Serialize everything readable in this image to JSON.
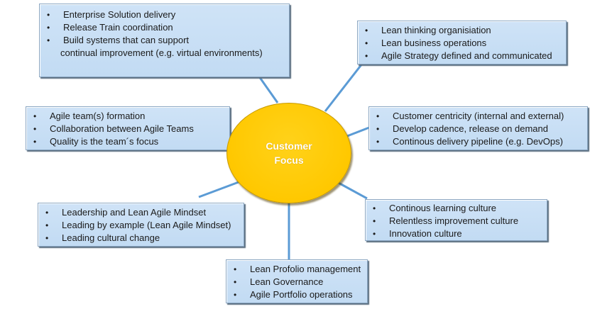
{
  "hub": {
    "line1": "Customer",
    "line2": "Focus",
    "fill_color": "#ffc800",
    "text_color": "#ffffff"
  },
  "connector_color": "#5b9bd5",
  "box_color": "#c5dcf4",
  "boxes": {
    "solution": {
      "items": [
        "Enterprise Solution delivery",
        "Release Train coordination",
        "Build systems that can support"
      ],
      "continuation": "continual improvement (e.g. virtual environments)"
    },
    "portfolio_strategy": {
      "items": [
        "Lean thinking organisiation",
        "Lean business operations",
        "Agile Strategy defined and communicated"
      ]
    },
    "team": {
      "items": [
        "Agile team(s) formation",
        "Collaboration between Agile Teams",
        "Quality is the team´s focus"
      ]
    },
    "delivery": {
      "items": [
        "Customer centricity (internal and external)",
        "Develop cadence, release on demand",
        "Continous delivery pipeline (e.g. DevOps)"
      ]
    },
    "leadership": {
      "items": [
        "Leadership and Lean Agile Mindset",
        "Leading by example (Lean Agile Mindset)",
        "Leading cultural change"
      ]
    },
    "culture": {
      "items": [
        "Continous learning culture",
        "Relentless improvement culture",
        "Innovation culture"
      ]
    },
    "portfolio": {
      "items": [
        "Lean Profolio management",
        "Lean Governance",
        "Agile Portfolio operations"
      ]
    }
  },
  "bullet_glyph": "•"
}
